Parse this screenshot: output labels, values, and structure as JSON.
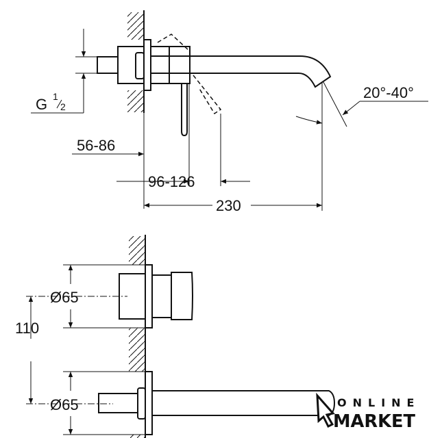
{
  "drawing": {
    "top_view": {
      "thread_label": "G",
      "thread_fraction_num": "1",
      "thread_fraction_den": "2",
      "dim_wall_depth": "56-86",
      "dim_lever_offset": "96-126",
      "dim_projection": "230",
      "dim_angle": "20°-40°"
    },
    "front_view": {
      "dim_diameter_top": "Ø65",
      "dim_diameter_bottom": "Ø65",
      "dim_spacing": "110"
    }
  },
  "watermark": {
    "line1": "ONLINE",
    "line2": "MARKET"
  }
}
